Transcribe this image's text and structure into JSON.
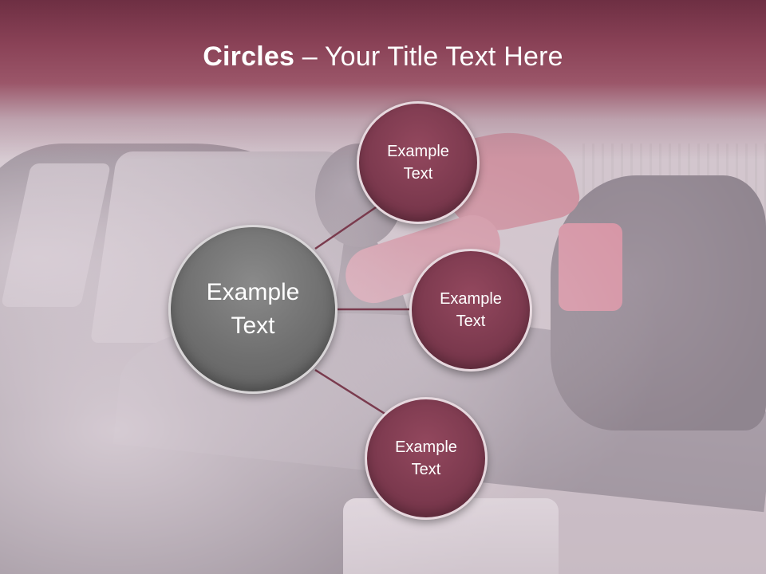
{
  "slide": {
    "title_bold": "Circles",
    "title_rest": " – Your Title Text Here"
  },
  "circles": {
    "center": {
      "label": "Example\nText"
    },
    "top": {
      "label": "Example\nText"
    },
    "middle": {
      "label": "Example\nText"
    },
    "bottom": {
      "label": "Example\nText"
    }
  },
  "colors": {
    "title_band": "#8a4257",
    "satellite_fill": "#7d3a4f",
    "center_fill": "#6f6f6f",
    "connector": "#7a3b4e"
  }
}
